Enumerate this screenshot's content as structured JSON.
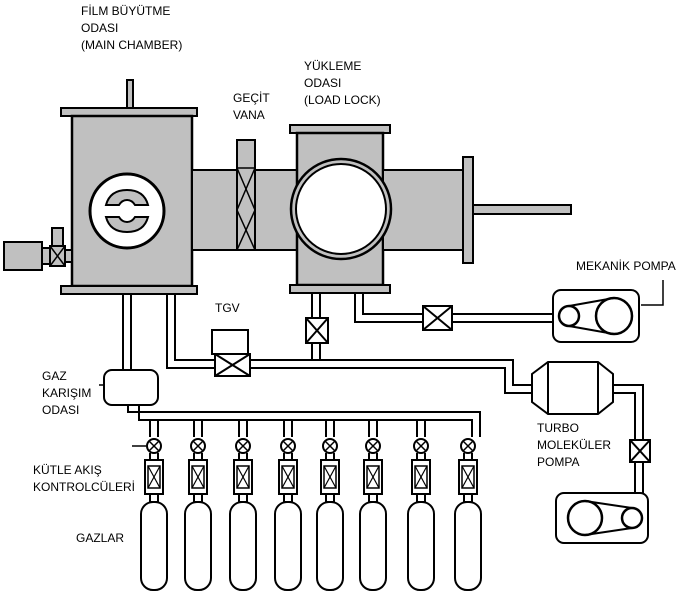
{
  "labels": {
    "main_chamber": [
      "FİLM BÜYÜTME",
      "ODASI",
      "(MAIN CHAMBER)"
    ],
    "gate_valve": [
      "GEÇİT",
      "VANA"
    ],
    "load_lock": [
      "YÜKLEME",
      "ODASI",
      "(LOAD LOCK)"
    ],
    "tgv": "TGV",
    "mechanical_pump_top": "MEKANİK POMPA",
    "gas_mixing": [
      "GAZ",
      "KARIŞIM",
      "ODASI"
    ],
    "turbo_pump": [
      "TURBO",
      "MOLEKÜLER",
      "POMPA"
    ],
    "mass_flow": [
      "KÜTLE AKIŞ",
      "KONTROLCÜLERİ"
    ],
    "gases": "GAZLAR"
  },
  "colors": {
    "chamber_fill": "#c0c0c0",
    "line": "#000000",
    "background": "#ffffff"
  },
  "counts": {
    "gas_lines": 8
  }
}
